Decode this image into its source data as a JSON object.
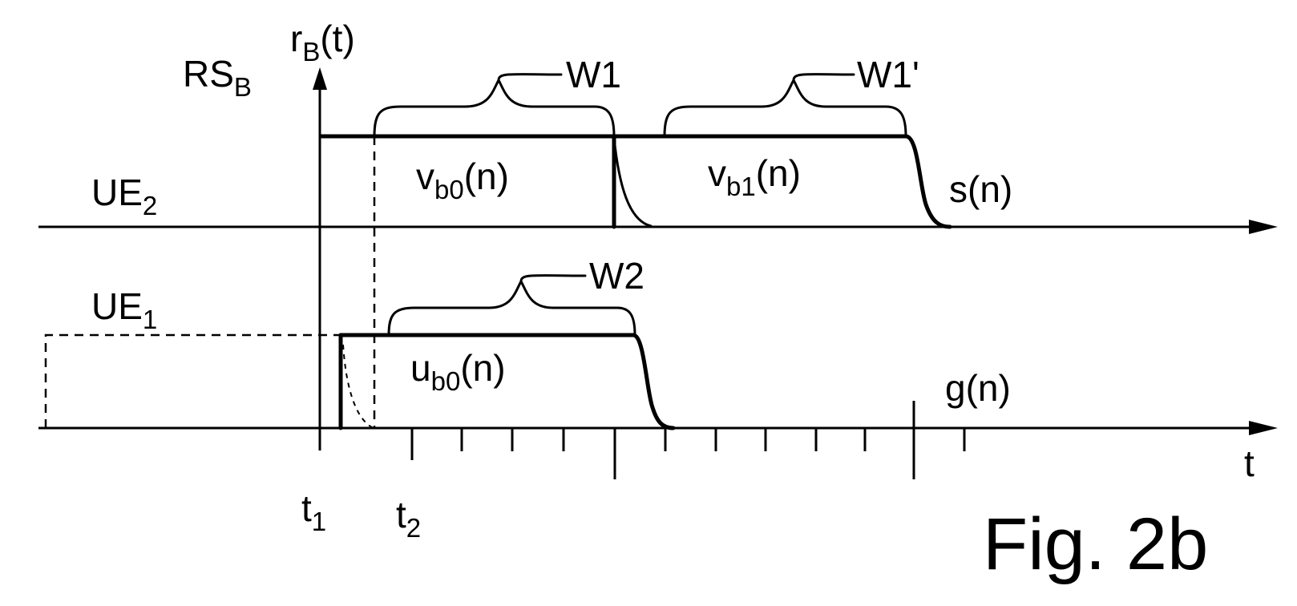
{
  "labels": {
    "rb": {
      "main": "r",
      "sub": "B",
      "tail": "(t)"
    },
    "rsb": {
      "main": "RS",
      "sub": "B"
    },
    "w1": "W1",
    "w1p": "W1'",
    "w2": "W2",
    "ue2": {
      "main": "UE",
      "sub": "2"
    },
    "ue1": {
      "main": "UE",
      "sub": "1"
    },
    "vb0": {
      "main": "v",
      "sub": "b0",
      "tail": "(n)"
    },
    "vb1": {
      "main": "v",
      "sub": "b1",
      "tail": "(n)"
    },
    "ub0": {
      "main": "u",
      "sub": "b0",
      "tail": "(n)"
    },
    "sn": "s(n)",
    "gn": "g(n)",
    "t": "t",
    "t1": {
      "main": "t",
      "sub": "1"
    },
    "t2": {
      "main": "t",
      "sub": "2"
    },
    "fig": "Fig. 2b"
  }
}
